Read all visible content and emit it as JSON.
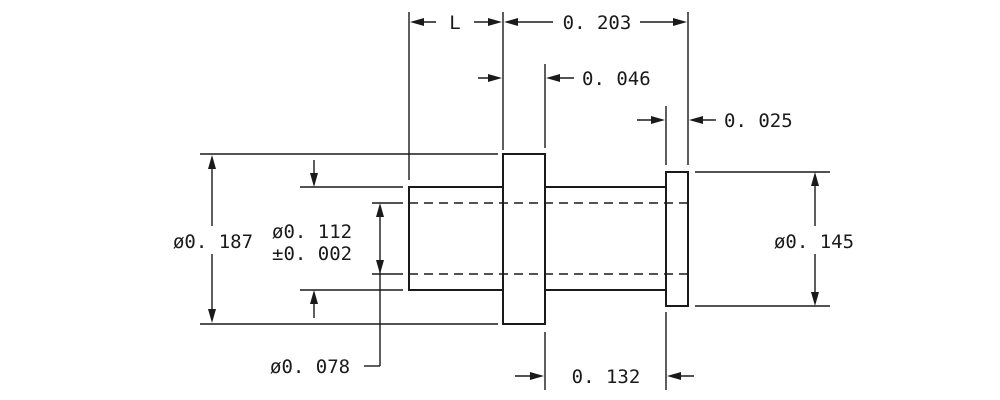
{
  "drawing": {
    "dimensions": {
      "length": "L",
      "overall_length": "0. 203",
      "flange_thickness": "0. 046",
      "head_thickness": "0. 025",
      "body_length": "0. 132",
      "flange_diameter": "ø0. 187",
      "shank_diameter": "ø0. 112",
      "shank_tolerance": "±0. 002",
      "bore_diameter": "ø0. 078",
      "head_diameter": "ø0. 145"
    }
  }
}
